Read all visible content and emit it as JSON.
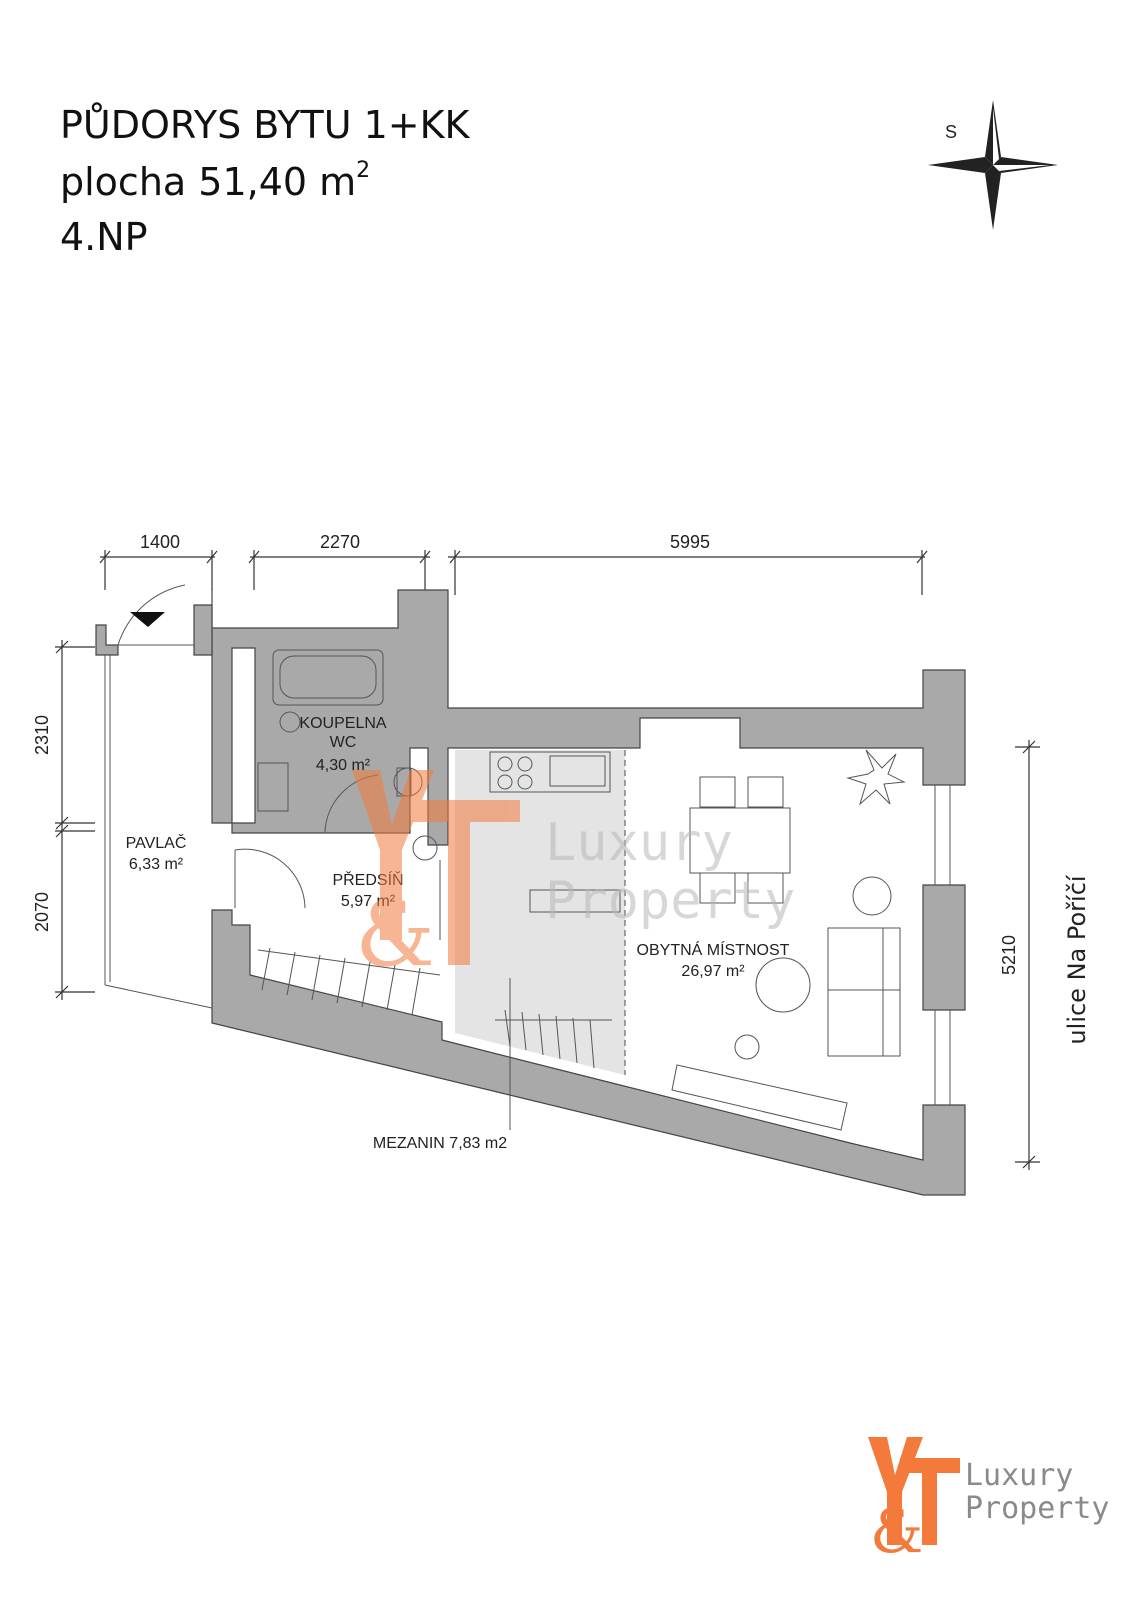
{
  "header": {
    "title": "PŮDORYS BYTU 1+KK",
    "area_label": "plocha 51,40 m",
    "area_sup": "2",
    "floor": "4.NP"
  },
  "compass": {
    "label": "S"
  },
  "dimensions": {
    "top_1": "1400",
    "top_2": "2270",
    "top_3": "5995",
    "left_1": "2310",
    "left_2": "2070",
    "right_1": "5210"
  },
  "rooms": {
    "koupelna_name": "KOUPELNA",
    "koupelna_sub": "WC",
    "koupelna_area": "4,30 m²",
    "pavlac_name": "PAVLAČ",
    "pavlac_area": "6,33 m²",
    "predsin_name": "PŘEDSÍŇ",
    "predsin_area": "5,97 m²",
    "obytna_name": "OBYTNÁ MÍSTNOST",
    "obytna_area": "26,97 m²",
    "mezanin": "MEZANIN 7,83 m2"
  },
  "street": "ulice Na Poříčí",
  "watermark": {
    "line1": "Luxury",
    "line2": "Property"
  },
  "logo": {
    "line1": "Luxury",
    "line2": "Property"
  },
  "colors": {
    "wall": "#a9a9a9",
    "mezzanine": "#e4e4e4",
    "brand": "#f47a3c"
  }
}
